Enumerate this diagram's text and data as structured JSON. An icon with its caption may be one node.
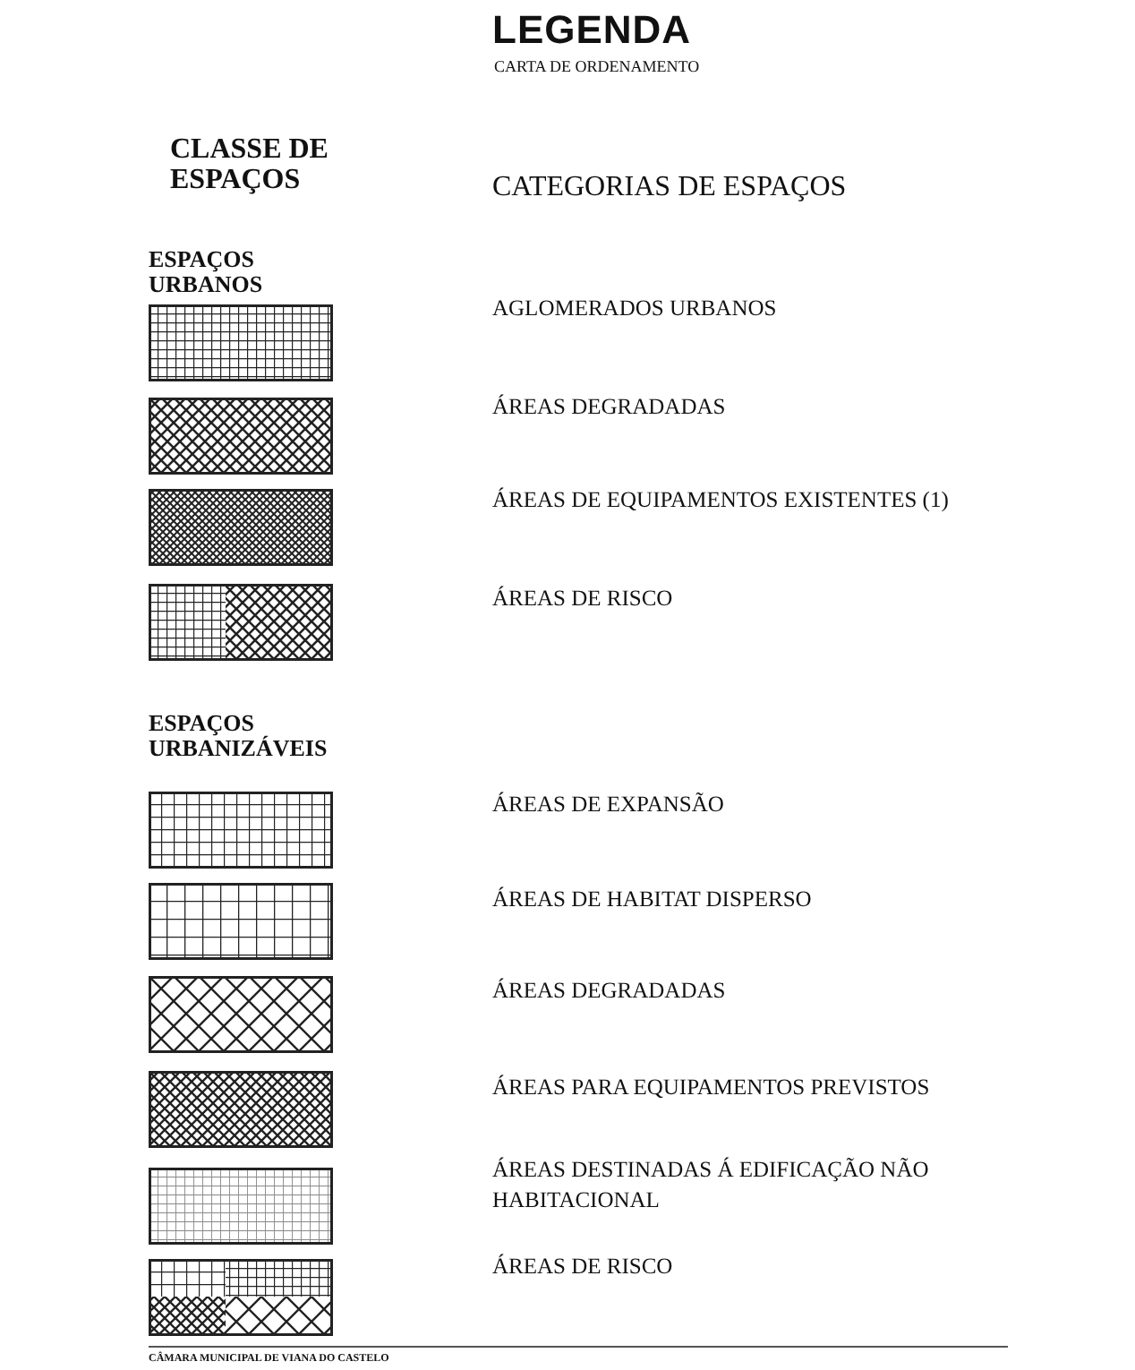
{
  "diagram": {
    "title": "LEGENDA",
    "labels": [
      "CARTA DE ORDENAMENTO",
      "CLASSE DE ESPAÇOS",
      "CATEGORIAS DE ESPAÇOS",
      "ESPAÇOS URBANOS",
      "ESPAÇOS URBANIZÁVEIS",
      "CÂMARA MUNICIPAL DE VIANA DO CASTELO"
    ],
    "legend": [
      {
        "text": "AGLOMERADOS URBANOS"
      },
      {
        "text": "ÁREAS DEGRADADAS"
      },
      {
        "text": "ÁREAS DE EQUIPAMENTOS EXISTENTES (1)"
      },
      {
        "text": "ÁREAS DE RISCO"
      },
      {
        "text": "ÁREAS DE EXPANSÃO"
      },
      {
        "text": "ÁREAS DE HABITAT DISPERSO"
      },
      {
        "text": "ÁREAS DEGRADADAS"
      },
      {
        "text": "ÁREAS PARA EQUIPAMENTOS PREVISTOS"
      },
      {
        "text": "ÁREAS DESTINADAS Á EDIFICAÇÃO NÃO HABITACIONAL"
      },
      {
        "text": "ÁREAS DE RISCO"
      }
    ]
  }
}
